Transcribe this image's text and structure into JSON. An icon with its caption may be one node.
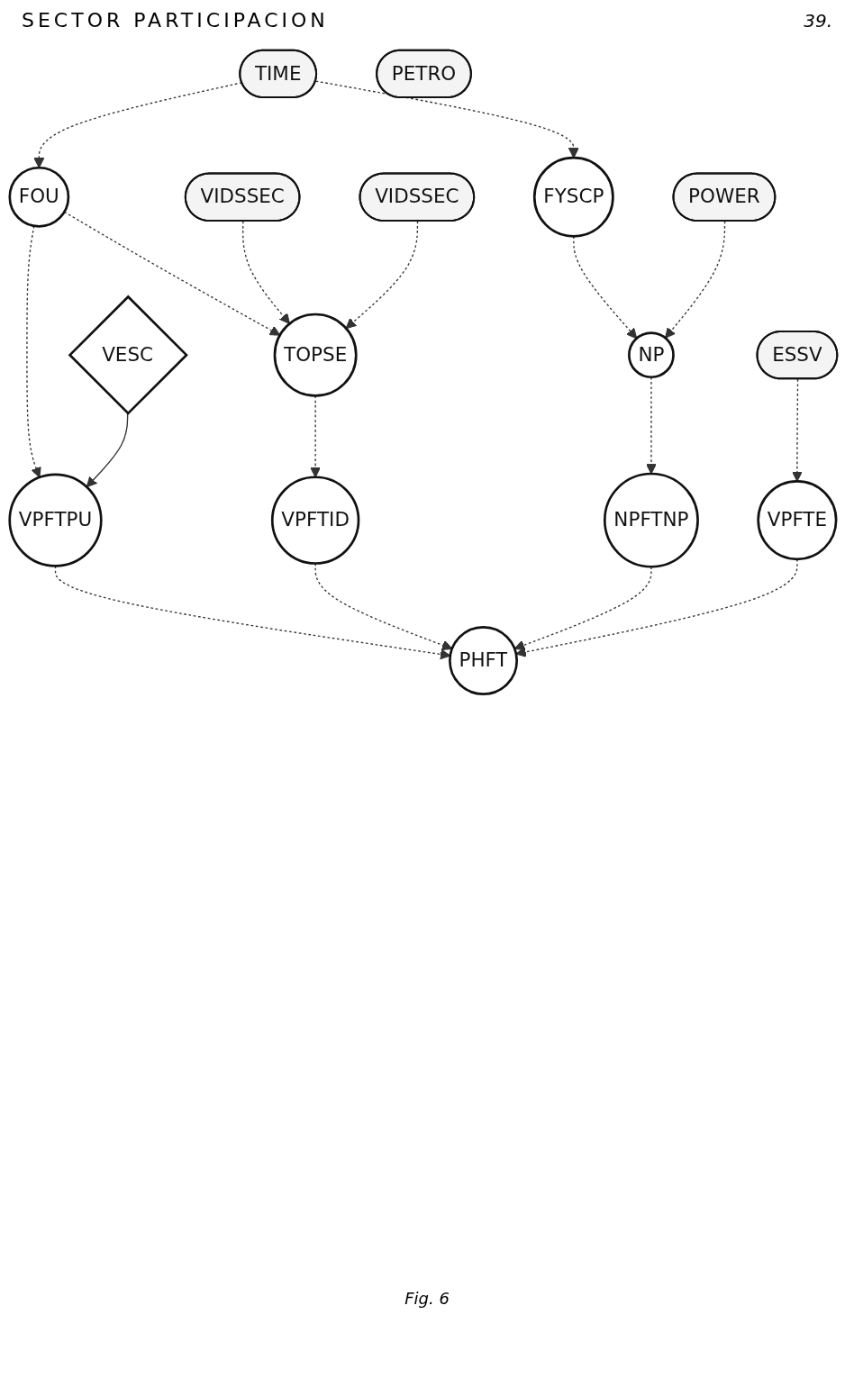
{
  "diagram": {
    "title": "SECTOR PARTICIPACION",
    "nodes": [
      {
        "text": [
          "TIME"
        ]
      },
      {
        "text": [
          "FOU"
        ]
      },
      {
        "text": [
          "FYSCP"
        ]
      },
      {
        "text": [
          "NP"
        ]
      },
      {
        "text": [
          "POWER"
        ]
      },
      {
        "text": [
          "NPFTNP"
        ]
      },
      {
        "text": [
          "VIDSSEC"
        ]
      },
      {
        "text": [
          "VIDSSEC"
        ]
      },
      {
        "text": [
          "TOPSE"
        ]
      },
      {
        "text": [
          "VESC"
        ]
      },
      {
        "text": [
          "VPFTPU"
        ]
      },
      {
        "text": [
          "VPFTID"
        ]
      },
      {
        "text": [
          "PHFT"
        ]
      },
      {
        "text": [
          "VPFTE"
        ]
      },
      {
        "text": [
          "ESSV"
        ]
      },
      {
        "text": [
          "PETRO"
        ]
      }
    ],
    "edges": [
      {
        "from": 0,
        "to": 1,
        "arrow": "to",
        "style": "dashed"
      },
      {
        "from": 0,
        "to": 2,
        "arrow": "to",
        "style": "dashed"
      },
      {
        "from": 2,
        "to": 3,
        "arrow": "to",
        "style": "dashed"
      },
      {
        "from": 4,
        "to": 3,
        "arrow": "to",
        "style": "dashed"
      },
      {
        "from": 3,
        "to": 5,
        "arrow": "to",
        "style": "dashed"
      },
      {
        "from": 1,
        "to": 8,
        "arrow": "to",
        "style": "dashed"
      },
      {
        "from": 1,
        "to": 10,
        "arrow": "to",
        "style": "dashed"
      },
      {
        "from": 6,
        "to": 8,
        "arrow": "to",
        "style": "dashed"
      },
      {
        "from": 7,
        "to": 8,
        "arrow": "to",
        "style": "dashed"
      },
      {
        "from": 8,
        "to": 11,
        "arrow": "to",
        "style": "dashed"
      },
      {
        "from": 9,
        "to": 10,
        "arrow": "to"
      },
      {
        "from": 10,
        "to": 12,
        "arrow": "to",
        "style": "dashed"
      },
      {
        "from": 11,
        "to": 12,
        "arrow": "to",
        "style": "dashed"
      },
      {
        "from": 5,
        "to": 12,
        "arrow": "to",
        "style": "dashed"
      },
      {
        "from": 14,
        "to": 13,
        "arrow": "to",
        "style": "dashed"
      },
      {
        "from": 13,
        "to": 12,
        "arrow": "to",
        "style": "dashed"
      }
    ],
    "labels": [
      "39.",
      "Fig. 6"
    ]
  }
}
